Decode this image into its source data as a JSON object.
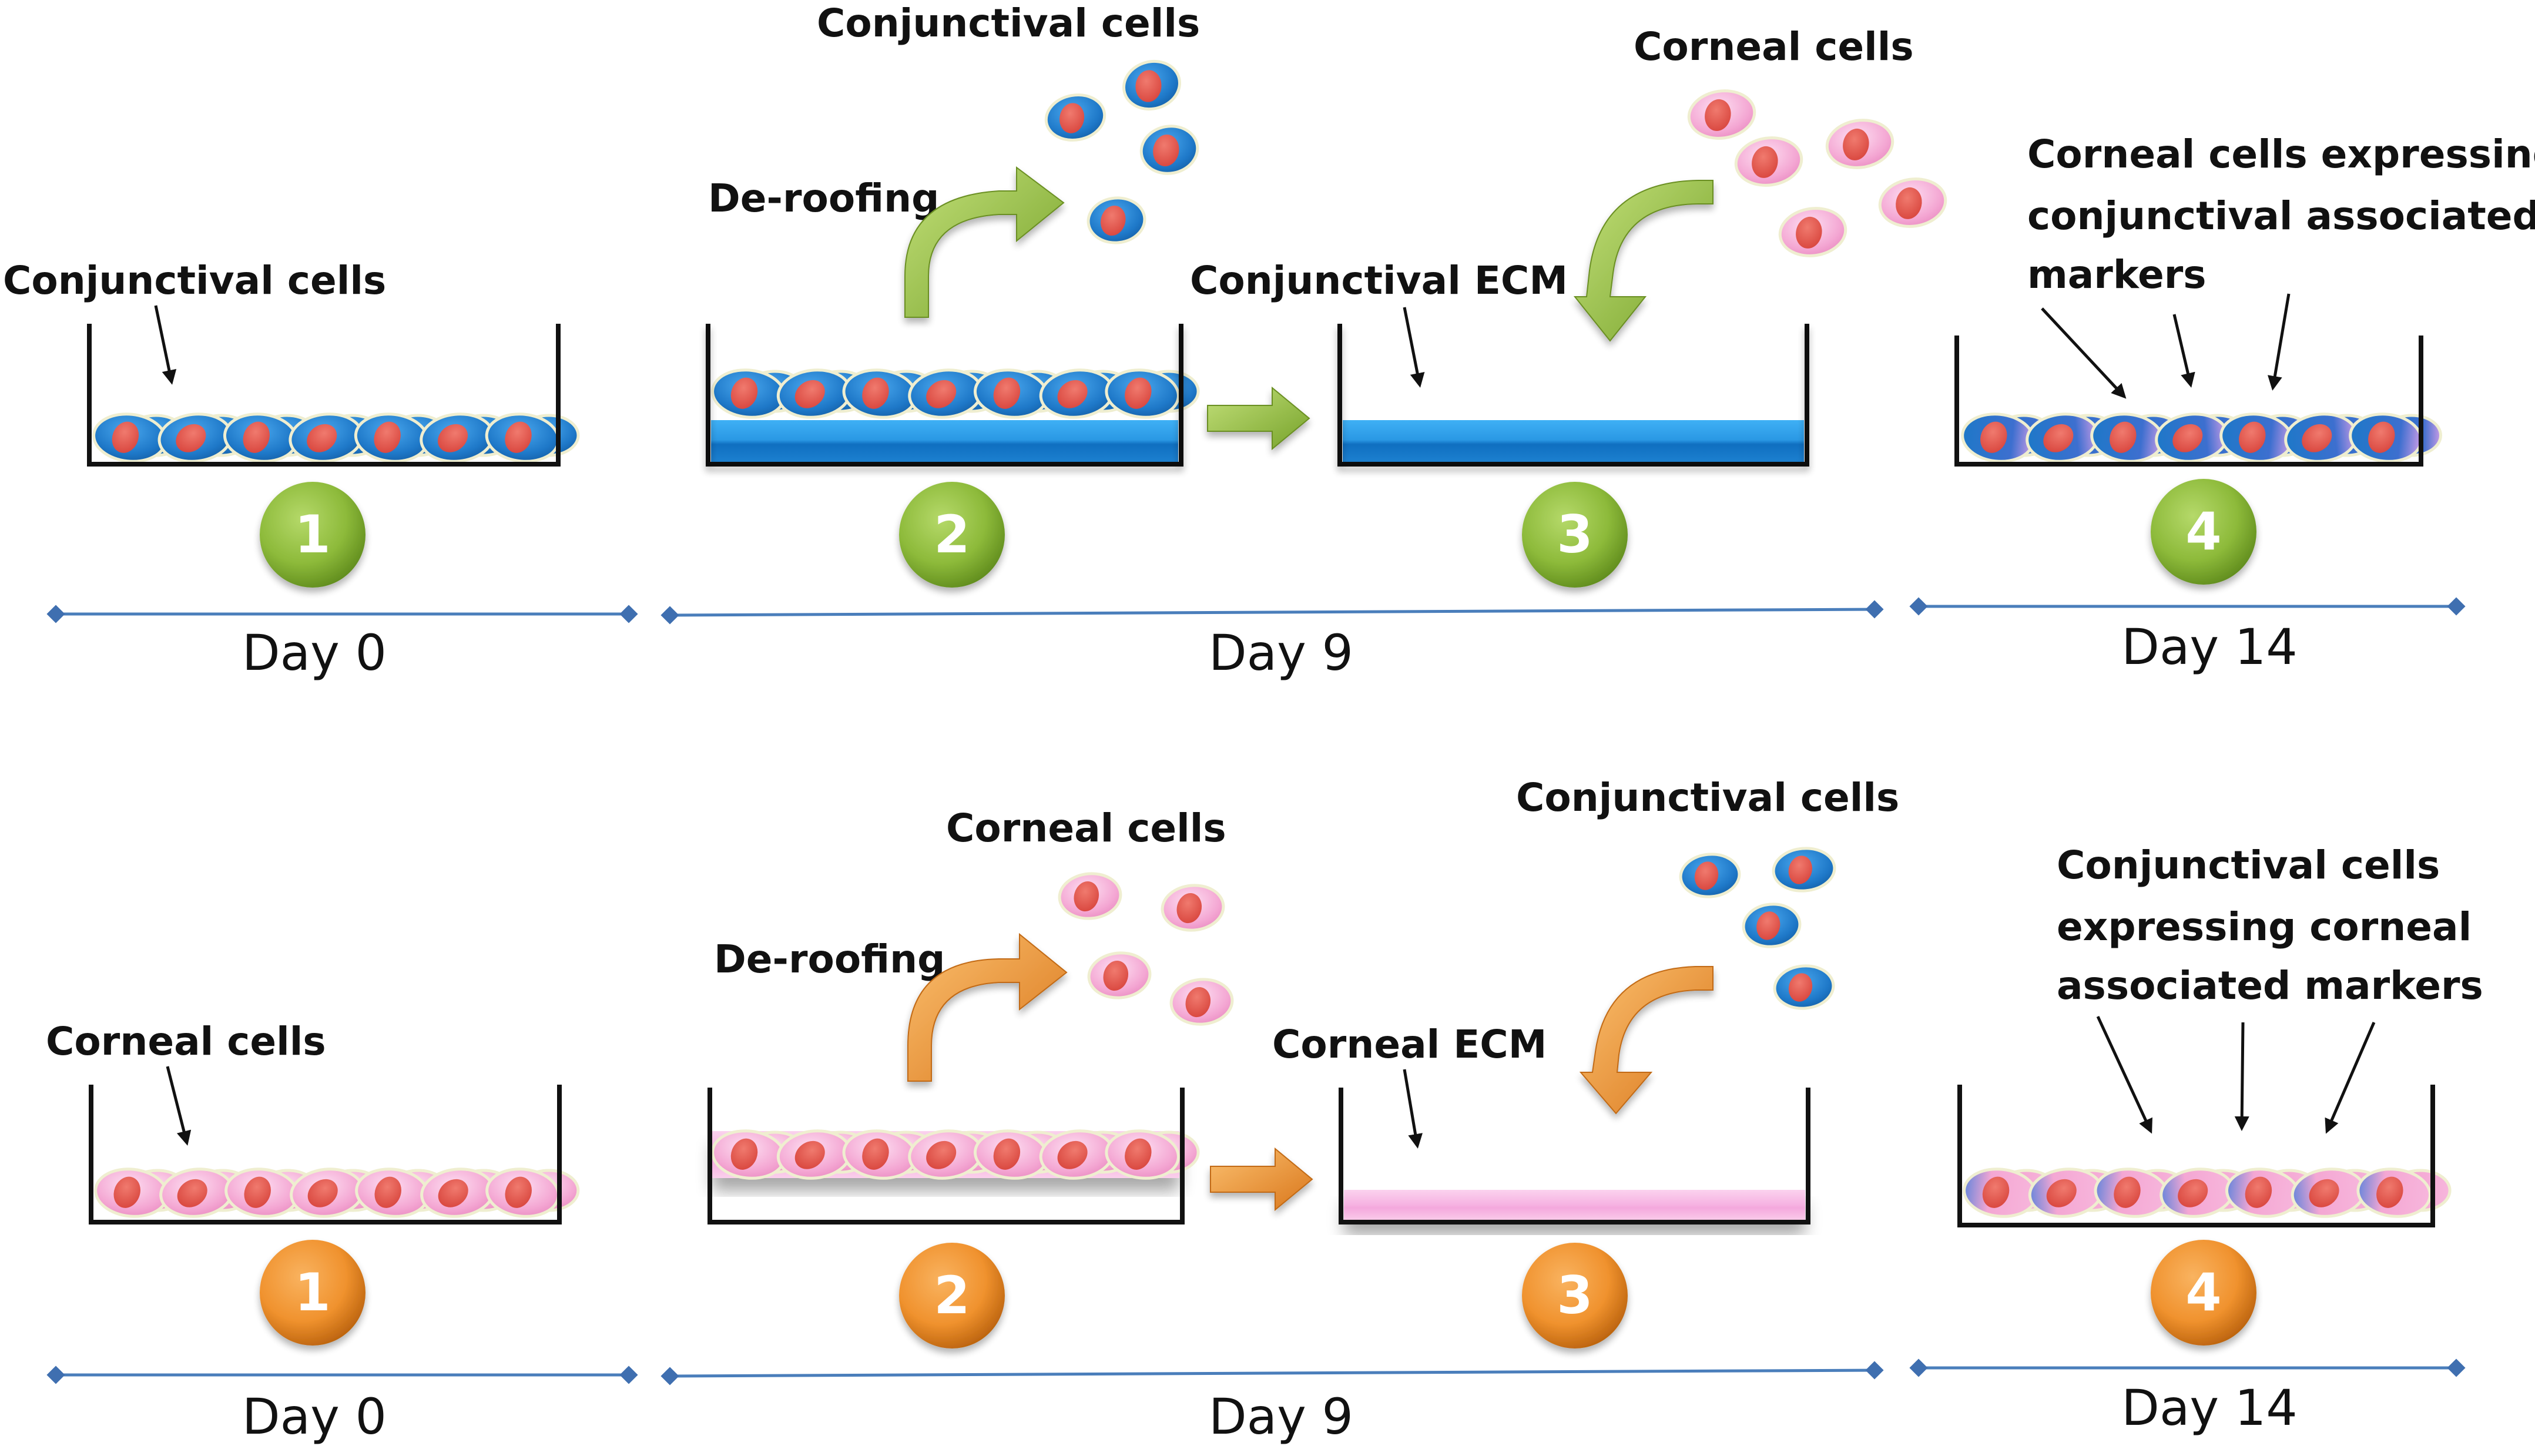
{
  "figure": {
    "rows": [
      {
        "id": "conjunctival-to-corneal-ecm",
        "accent_color": "#8dba3a",
        "accent_dark": "#6a8f22",
        "stage1": {
          "label": "Conjunctival cells",
          "step": "1",
          "cell_type": "conjunctival"
        },
        "stage2": {
          "process_label": "De-roofing",
          "removed_cells_label": "Conjunctival cells",
          "step": "2",
          "cell_type": "conjunctival",
          "ecm_type": "conjunctival"
        },
        "stage3": {
          "ecm_label": "Conjunctival ECM",
          "seeded_cells_label": "Corneal cells",
          "step": "3",
          "seeded_cell_type": "corneal",
          "ecm_type": "conjunctival"
        },
        "stage4": {
          "label_lines": [
            "Corneal cells expressing",
            "conjunctival associated",
            "markers"
          ],
          "step": "4",
          "cell_type": "mixed-blue"
        },
        "timeline": [
          {
            "label": "Day 0"
          },
          {
            "label": "Day 9"
          },
          {
            "label": "Day 14"
          }
        ]
      },
      {
        "id": "corneal-to-conjunctival-ecm",
        "accent_color": "#f0922e",
        "accent_dark": "#c26a12",
        "stage1": {
          "label": "Corneal cells",
          "step": "1",
          "cell_type": "corneal"
        },
        "stage2": {
          "process_label": "De-roofing",
          "removed_cells_label": "Corneal cells",
          "step": "2",
          "cell_type": "corneal",
          "ecm_type": "corneal"
        },
        "stage3": {
          "ecm_label": "Corneal ECM",
          "seeded_cells_label": "Conjunctival cells",
          "step": "3",
          "seeded_cell_type": "conjunctival",
          "ecm_type": "corneal"
        },
        "stage4": {
          "label_lines": [
            "Conjunctival cells",
            "expressing corneal",
            "associated markers"
          ],
          "step": "4",
          "cell_type": "mixed-pink"
        },
        "timeline": [
          {
            "label": "Day 0"
          },
          {
            "label": "Day 9"
          },
          {
            "label": "Day 14"
          }
        ]
      }
    ],
    "colors": {
      "conjunctival_cell": "#1e78c8",
      "conjunctival_cell_light": "#4aa8ee",
      "corneal_cell": "#f4a7d3",
      "corneal_cell_light": "#fbd0ea",
      "nucleus": "#e0534a",
      "conjunctival_ecm": "#1f86d6",
      "corneal_ecm": "#f7b6e4",
      "timeline": "#4a7ebb",
      "text": "#111111"
    }
  }
}
